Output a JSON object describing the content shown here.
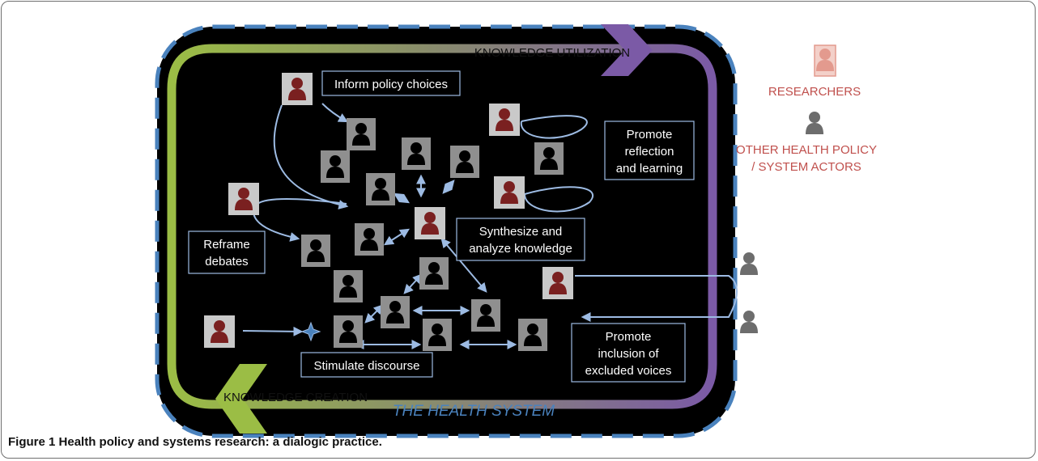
{
  "diagram": {
    "labels": {
      "knowledge_utilization": "KNOWLEDGE UTILIZATION",
      "knowledge_creation": "KNOWLEDGE CREATION",
      "health_system": "THE HEALTH SYSTEM"
    },
    "boxes": {
      "inform": [
        "Inform policy choices"
      ],
      "promote_reflection": [
        "Promote",
        "reflection",
        "and learning"
      ],
      "synthesize": [
        "Synthesize and",
        "analyze knowledge"
      ],
      "reframe": [
        "Reframe",
        "debates"
      ],
      "stimulate": [
        "Stimulate discourse"
      ],
      "promote_inclusion": [
        "Promote",
        "inclusion of",
        "excluded voices"
      ]
    },
    "legend": {
      "researchers": "RESEARCHERS",
      "other_actors": [
        "OTHER HEALTH POLICY",
        "/ SYSTEM ACTORS"
      ]
    },
    "colors": {
      "background": "#000000",
      "dashed_border": "#4a82bd",
      "creation_green": "#9bbd45",
      "utilization_purple": "#7b5aa6",
      "researcher_fill": "#7a2020",
      "researcher_tile": "#c9c9c9",
      "actor_grey": "#6d6d6d",
      "arrow_blue": "#9dbbe3",
      "legend_red": "#c0504d"
    }
  },
  "caption": {
    "label": "Figure 1",
    "text": "Health policy and systems research: a dialogic practice."
  }
}
